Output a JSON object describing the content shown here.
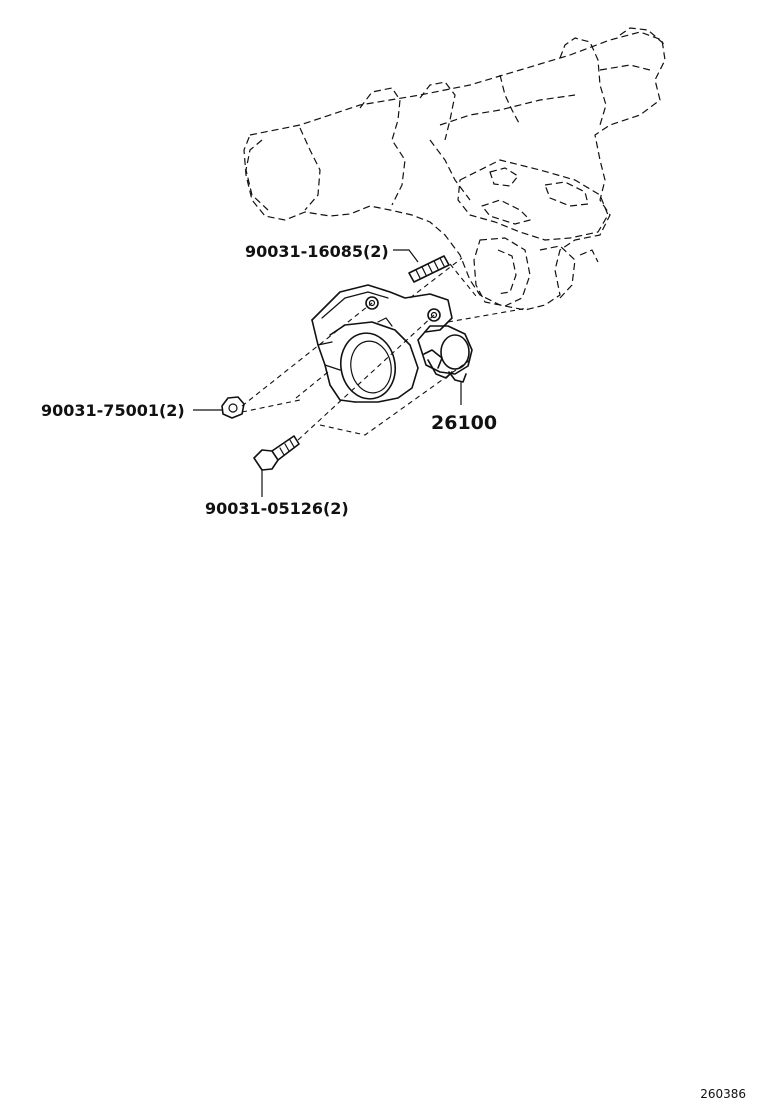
{
  "labels": {
    "stud": "90031-16085(2)",
    "nut": "90031-75001(2)",
    "bolt": "90031-05126(2)",
    "throttle_body": "26100"
  },
  "figure_id": "260386"
}
